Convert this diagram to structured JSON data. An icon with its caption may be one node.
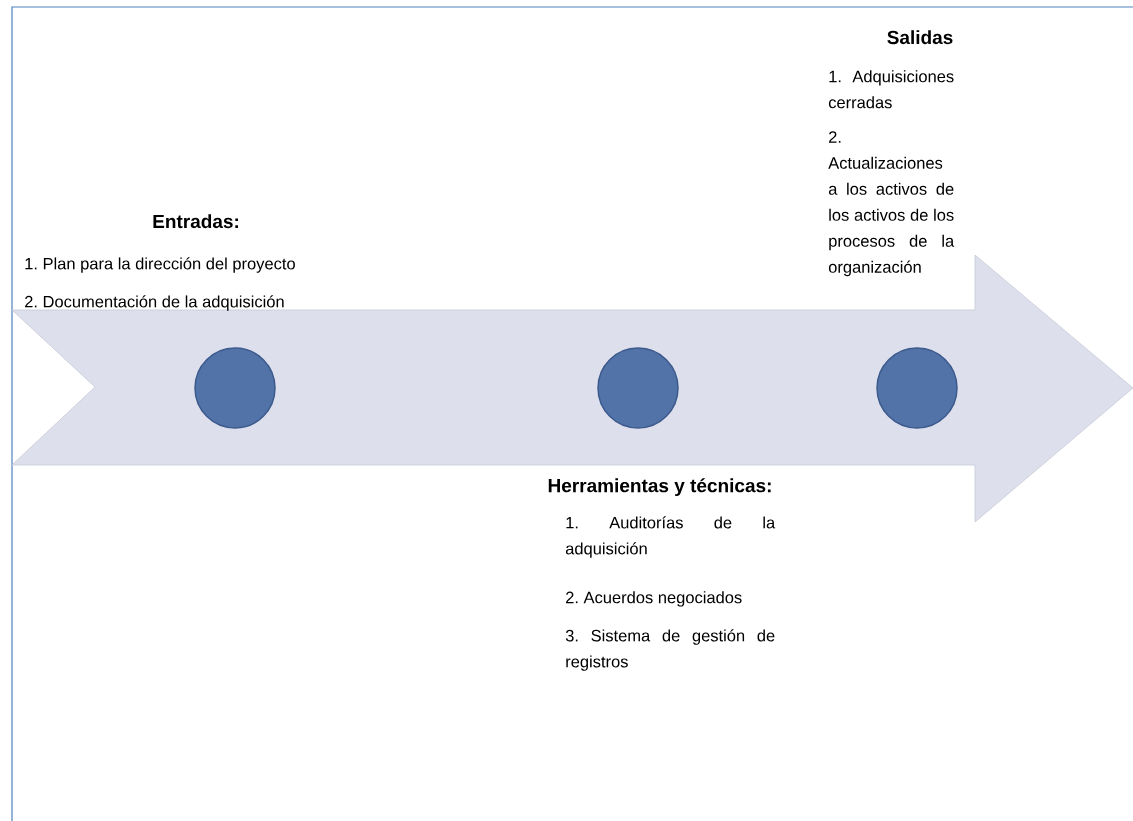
{
  "diagram": {
    "nodes": [
      {
        "text": [],
        "shape": "arrow"
      },
      {
        "text": [],
        "shape": "circle",
        "in": 0,
        "beside": [
          "Entradas:",
          "1. Plan para la dirección del proyecto",
          "2. Documentación de la adquisición"
        ]
      },
      {
        "text": [],
        "shape": "circle",
        "in": 0,
        "beside": [
          "Herramientas y técnicas:",
          "1. Auditorías de la adquisición",
          "2. Acuerdos negociados",
          "3. Sistema de gestión de registros"
        ]
      },
      {
        "text": [],
        "shape": "circle",
        "in": 0,
        "beside": [
          "Salidas",
          "1. Adquisiciones cerradas",
          "2. Actualizaciones a los activos de los activos de los procesos de la organización"
        ]
      }
    ]
  }
}
